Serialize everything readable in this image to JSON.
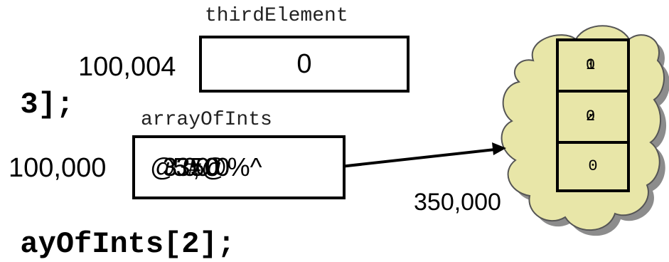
{
  "code": {
    "line1_tail": "3];",
    "line2_tail": "ayOfInts[2];"
  },
  "third_element": {
    "label": "thirdElement",
    "address": "100,004",
    "value": "0"
  },
  "array_of_ints": {
    "label": "arrayOfInts",
    "address": "100,000",
    "value_layers": [
      "@350",
      "#@%^",
      "350,000"
    ]
  },
  "heap": {
    "address": "350,000",
    "cells": [
      {
        "values": [
          "0",
          "1"
        ]
      },
      {
        "values": [
          "0",
          "2"
        ]
      },
      {
        "values": [
          "0"
        ]
      }
    ],
    "cloud_fill": "#e8e6a8",
    "cloud_shadow": "#8c8c8c"
  }
}
